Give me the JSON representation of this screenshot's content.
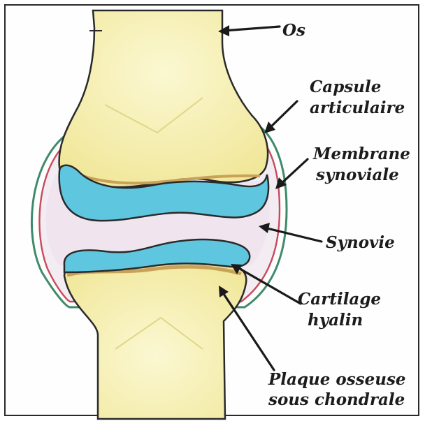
{
  "labels": {
    "os": "Os",
    "capsule_line1": "Capsule",
    "capsule_line2": "articulaire",
    "membrane_line1": "Membrane",
    "membrane_line2": "synoviale",
    "synovie": "Synovie",
    "cartilage_line1": "Cartilage",
    "cartilage_line2": "hyalin",
    "plaque_line1": "Plaque osseuse",
    "plaque_line2": "sous chondrale"
  },
  "colors": {
    "bone": "#f5f0b0",
    "bone_shadow": "#eadf8a",
    "cartilage": "#5fc6e0",
    "synovial_fluid": "#f1e8f0",
    "synovial_membrane": "#c84a5a",
    "capsule": "#3f8a6a",
    "subchondral_plate": "#c9a25a",
    "outline": "#2a2a2a"
  }
}
